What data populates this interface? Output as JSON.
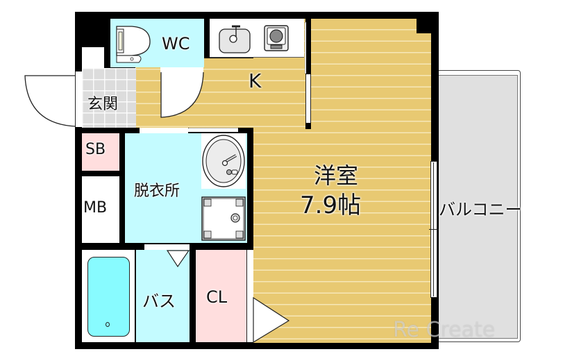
{
  "floor_plan": {
    "rooms": {
      "wc": {
        "label": "WC"
      },
      "kitchen": {
        "label": "K"
      },
      "entrance": {
        "label": "玄関"
      },
      "shoe_box": {
        "label": "SB"
      },
      "meter_box": {
        "label": "MB"
      },
      "dressing_room": {
        "label": "脱衣所"
      },
      "bath": {
        "label": "バス"
      },
      "closet": {
        "label": "CL"
      },
      "western_room": {
        "label": "洋室",
        "size": "7.9帖"
      },
      "balcony": {
        "label": "バルコニー"
      }
    },
    "watermark": "Re Create",
    "colors": {
      "wall": "#000000",
      "wood_floor": "#e8c972",
      "wet_area": "#c4fbff",
      "closet": "#ffdede",
      "tile": "#dcdcdc",
      "balcony": "#e0e0e0",
      "bathtub": "#88fbff"
    }
  }
}
